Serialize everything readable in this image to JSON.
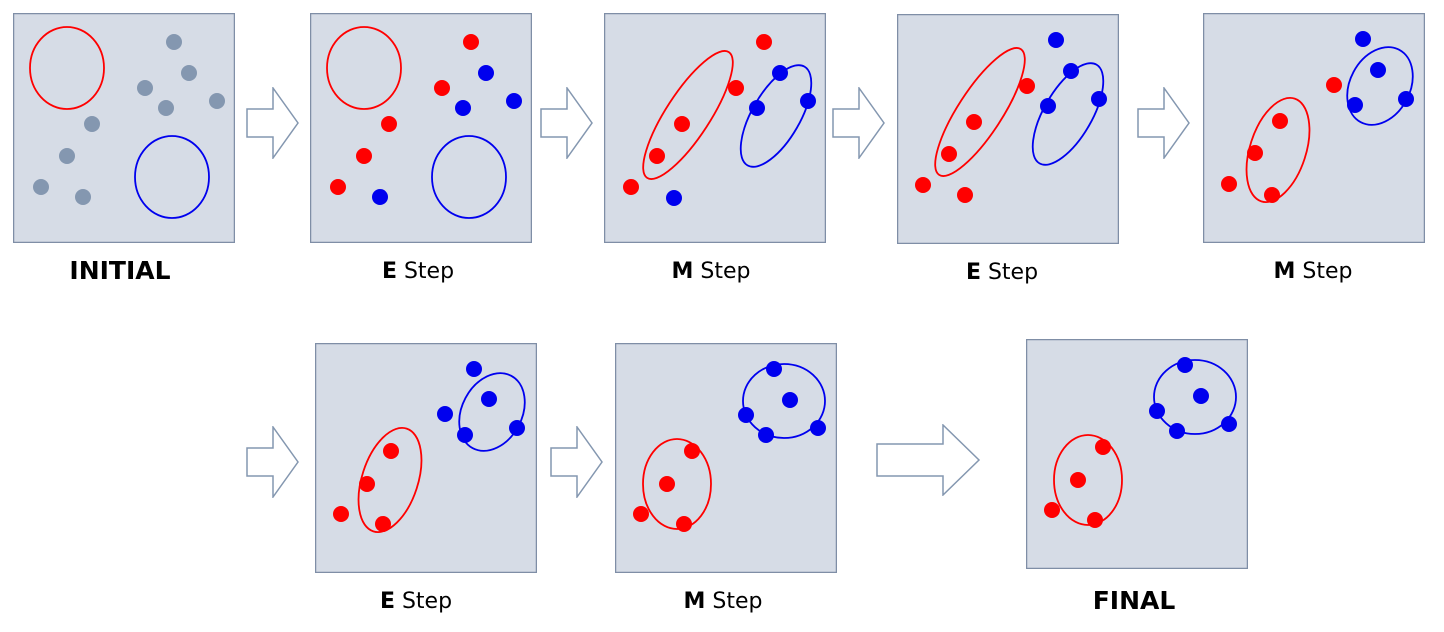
{
  "colors": {
    "panel_fill": "#d6dce6",
    "panel_border": "#7f8ea6",
    "unassigned": "#8497b0",
    "cluster_red": "#ff0000",
    "cluster_blue": "#0000ee",
    "arrow_stroke": "#8497b0"
  },
  "labels": [
    {
      "bold": "INITIAL",
      "text": ""
    },
    {
      "bold": "E",
      "text": " Step"
    },
    {
      "bold": "M",
      "text": " Step"
    },
    {
      "bold": "E",
      "text": " Step"
    },
    {
      "bold": "M",
      "text": " Step"
    },
    {
      "bold": "E",
      "text": " Step"
    },
    {
      "bold": "M",
      "text": " Step"
    },
    {
      "bold": "FINAL",
      "text": ""
    }
  ],
  "icons": {
    "arrow": "right-arrow-icon"
  }
}
